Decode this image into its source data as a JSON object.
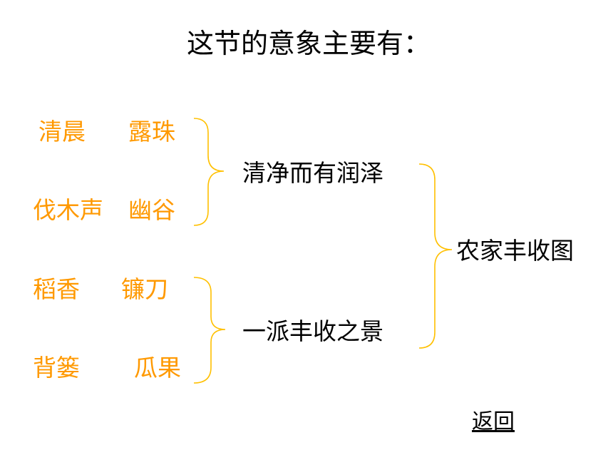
{
  "title": "这节的意象主要有：",
  "group1": {
    "row1": [
      "清晨",
      "露珠"
    ],
    "row2": [
      "伐木声",
      "幽谷"
    ],
    "summary": "清净而有润泽"
  },
  "group2": {
    "row1": [
      "稻香",
      "镰刀"
    ],
    "row2": [
      "背篓",
      "瓜果"
    ],
    "summary": "一派丰收之景"
  },
  "conclusion": "农家丰收图",
  "back_link": "返回",
  "colors": {
    "imagery": "#ff9900",
    "bracket": "#ffc000",
    "text": "#000000"
  }
}
